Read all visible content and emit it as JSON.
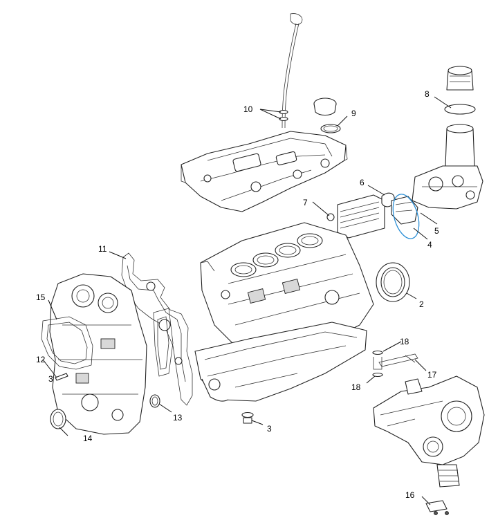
{
  "diagram": {
    "colors": {
      "line": "#222222",
      "highlight_ring": "#2b8fd6",
      "background": "#ffffff"
    },
    "callouts": {
      "c1": "2",
      "c2": "3",
      "c3": "3",
      "c4": "4",
      "c5": "5",
      "c6": "6",
      "c7": "7",
      "c8": "8",
      "c9": "9",
      "c10": "10",
      "c11": "11",
      "c12": "12",
      "c13": "13",
      "c14": "14",
      "c15": "15",
      "c16": "16",
      "c17": "17",
      "c18a": "18",
      "c18b": "18"
    }
  }
}
